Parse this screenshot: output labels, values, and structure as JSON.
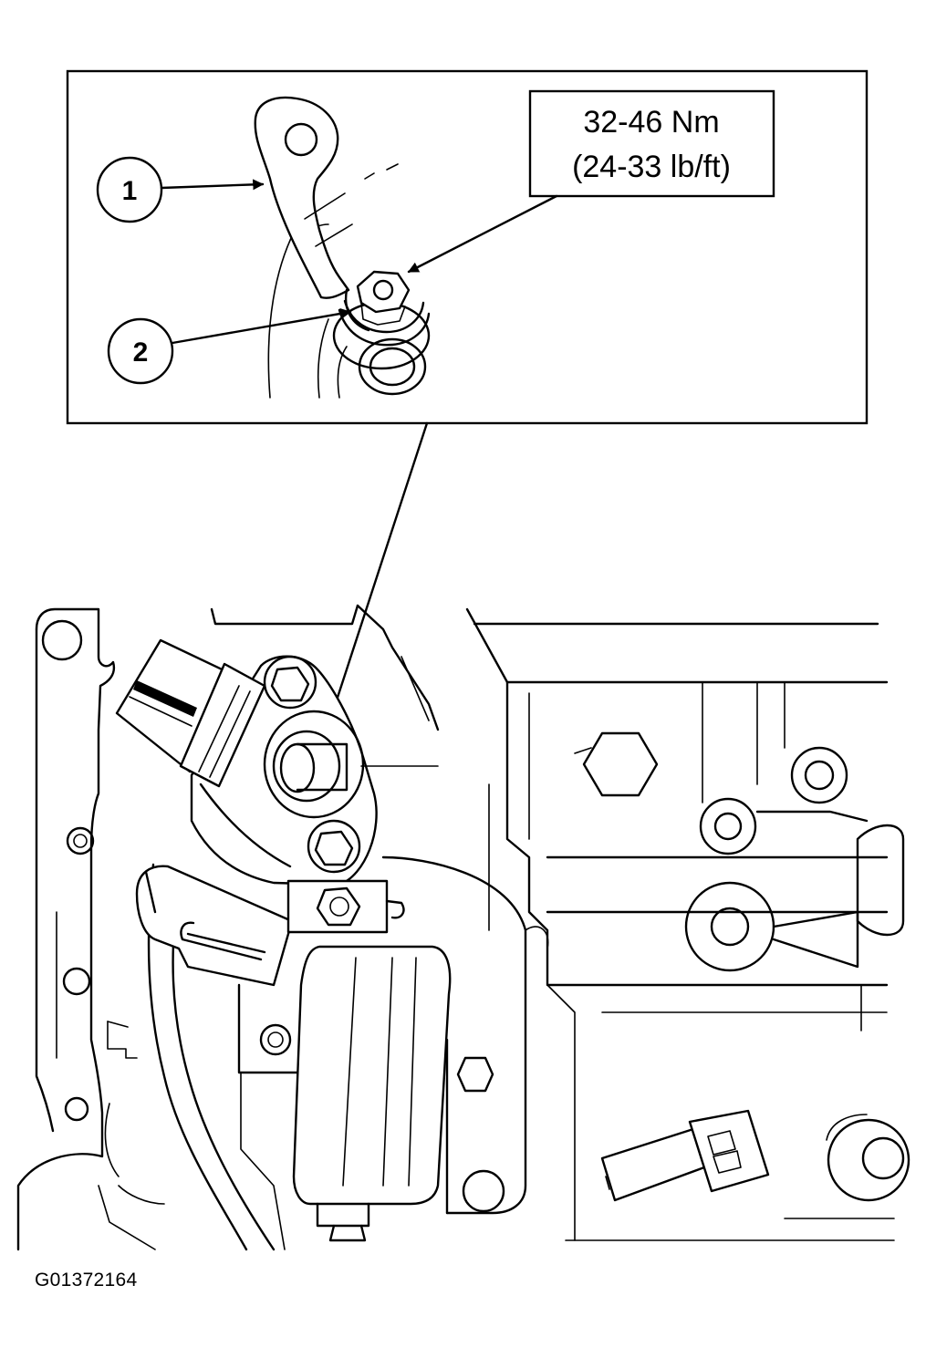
{
  "detail_view": {
    "callouts": [
      {
        "number": "1"
      },
      {
        "number": "2"
      }
    ],
    "torque_spec": {
      "metric": "32-46 Nm",
      "imperial": "(24-33 lb/ft)"
    }
  },
  "figure_id": "G01372164"
}
